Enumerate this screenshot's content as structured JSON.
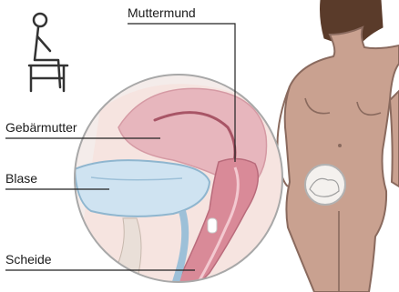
{
  "labels": {
    "muttermund": "Muttermund",
    "gebaermutter": "Gebärmutter",
    "blase": "Blase",
    "scheide": "Scheide"
  },
  "icons": {
    "sitting": "sitting-person-icon"
  },
  "colors": {
    "skin": "#c9a190",
    "skin_outline": "#8a6a5e",
    "hair": "#5a3b2a",
    "circle_outline": "#a8a8a8",
    "circle_fill": "#f4ecea",
    "uterus": "#e7b6bd",
    "bladder": "#cfe3f1",
    "vagina": "#d98a98",
    "leader_line": "#222222"
  }
}
